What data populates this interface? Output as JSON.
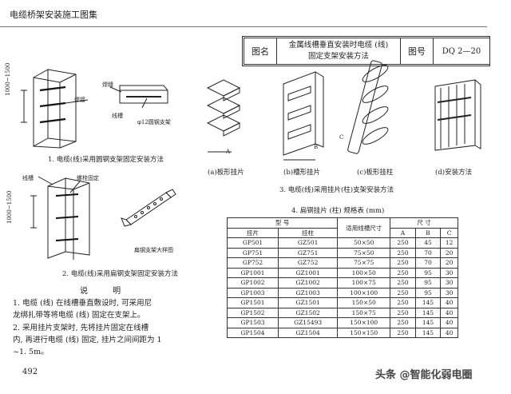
{
  "header": {
    "book_title": "电缆桥架安装施工图集"
  },
  "title_block": {
    "name_label": "图名",
    "title_line1": "金属线槽垂直安装时电缆 (线)",
    "title_line2": "固定支架安装方法",
    "number_label": "图号",
    "number_value": "DQ 2—20"
  },
  "figures": {
    "fig1_caption": "1. 电缆(线)采用圆钢支架固定安装方法",
    "fig1_labels": {
      "weld": "焊接",
      "weld2": "焊缝",
      "trough": "线槽",
      "rod": "φ12圆钢支架",
      "dim": "1000~1500"
    },
    "fig2_caption": "2. 电缆(线)采用扁钢支架固定安装方法",
    "fig2_labels": {
      "trough": "线槽",
      "bolt": "螺栓固定",
      "dim": "1000~1500",
      "bracket": "扁钢支架大样图"
    },
    "fig3_caption": "3. 电缆(线)采用挂片(柱)支架安装方法",
    "fig3_sub": {
      "a": "(a)板形挂片",
      "b": "(b)槽形挂片",
      "c": "(c)板形挂柱",
      "d": "(d)安装方法"
    },
    "letters": {
      "A": "A",
      "B": "B",
      "C": "C"
    }
  },
  "notes": {
    "title": "说 明",
    "n1_line1": "1. 电缆 (线) 在线槽垂直敷设时, 可采用尼",
    "n1_line2": "龙绑扎带等将电缆 (线) 固定在支架上。",
    "n2_line1": "2. 采用挂片支架时, 先将挂片固定在线槽",
    "n2_line2": "内, 再进行电缆 (线) 固定, 挂片之间间距为 1",
    "n2_line3": "~1. 5m。"
  },
  "table": {
    "title": "4. 扁钢挂片 (柱) 规格表 (mm)",
    "h_model": "型 号",
    "h_trough": "适用线槽尺寸",
    "h_size": "尺 寸",
    "h_gp": "挂片",
    "h_gz": "挂柱",
    "h_a": "A",
    "h_b": "B",
    "h_c": "C",
    "rows": [
      [
        "GP501",
        "GZ501",
        "50×50",
        "250",
        "45",
        "12"
      ],
      [
        "GP751",
        "GZ751",
        "75×50",
        "250",
        "70",
        "20"
      ],
      [
        "GP752",
        "GZ752",
        "75×75",
        "250",
        "70",
        "20"
      ],
      [
        "GP1001",
        "GZ1001",
        "100×50",
        "250",
        "95",
        "30"
      ],
      [
        "GP1002",
        "GZ1002",
        "100×75",
        "250",
        "95",
        "30"
      ],
      [
        "GP1003",
        "GZ1003",
        "100×100",
        "250",
        "95",
        "30"
      ],
      [
        "GP1501",
        "GZ1501",
        "150×50",
        "250",
        "145",
        "40"
      ],
      [
        "GP1502",
        "GZ1502",
        "150×75",
        "250",
        "145",
        "40"
      ],
      [
        "GP1503",
        "GZ15493",
        "150×100",
        "250",
        "145",
        "40"
      ],
      [
        "GP1504",
        "GZ1504",
        "150×150",
        "250",
        "145",
        "40"
      ]
    ]
  },
  "footer": {
    "page_number": "492",
    "watermark": "头条 @智能化弱电圈"
  }
}
